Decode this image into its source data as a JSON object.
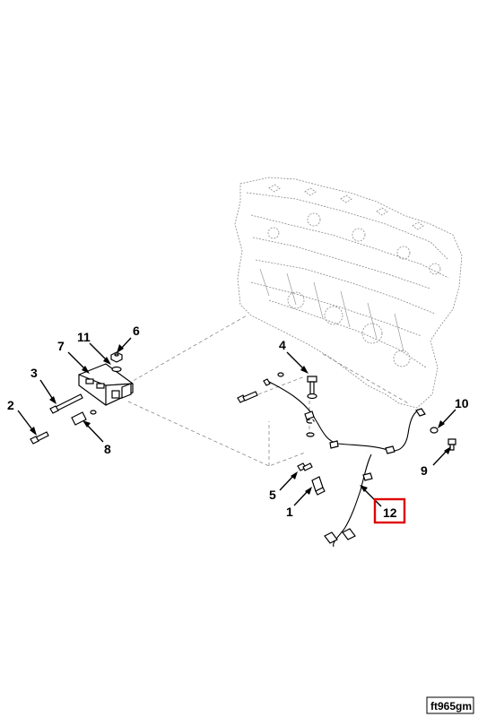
{
  "diagram": {
    "callouts": [
      {
        "id": "1",
        "label": "1"
      },
      {
        "id": "2",
        "label": "2"
      },
      {
        "id": "3",
        "label": "3"
      },
      {
        "id": "4",
        "label": "4"
      },
      {
        "id": "5",
        "label": "5"
      },
      {
        "id": "6",
        "label": "6"
      },
      {
        "id": "7",
        "label": "7"
      },
      {
        "id": "8",
        "label": "8"
      },
      {
        "id": "9",
        "label": "9"
      },
      {
        "id": "10",
        "label": "10"
      },
      {
        "id": "11",
        "label": "11"
      },
      {
        "id": "12",
        "label": "12"
      }
    ],
    "highlighted_callout": "12",
    "highlight_color": "#e00000",
    "figure_code": "ft965gm"
  }
}
